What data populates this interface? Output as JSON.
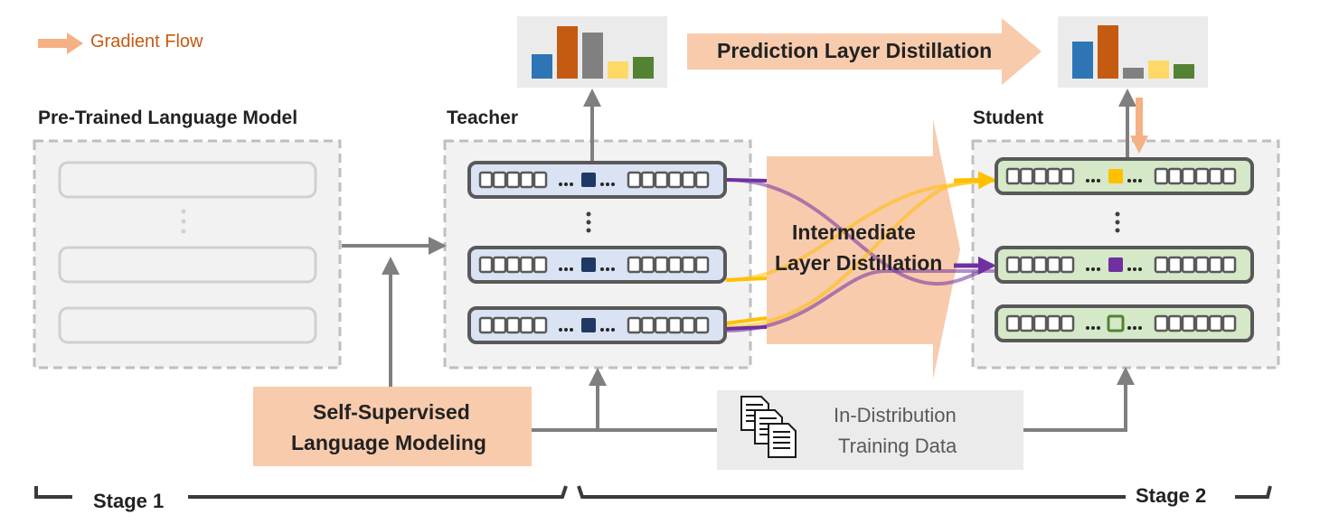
{
  "legend": {
    "gradient_flow": "Gradient Flow"
  },
  "labels": {
    "pretrained_model": "Pre-Trained Language Model",
    "teacher": "Teacher",
    "student": "Student",
    "prediction_layer_distillation": "Prediction Layer Distillation",
    "intermediate_layer_distillation_line1": "Intermediate",
    "intermediate_layer_distillation_line2": "Layer Distillation",
    "self_supervised_line1": "Self-Supervised",
    "self_supervised_line2": "Language Modeling",
    "in_distribution_line1": "In-Distribution",
    "in_distribution_line2": "Training Data",
    "stage1": "Stage 1",
    "stage2": "Stage 2"
  },
  "colors": {
    "blue": "#2e75b6",
    "orange": "#c55a11",
    "gray": "#808080",
    "yellow": "#ffd966",
    "green": "#548235",
    "teacher_fill": "#dae3f3",
    "student_fill": "#d5e8c8",
    "peach": "#f8cbad",
    "purple": "#7030a0",
    "gold": "#ffc000",
    "navy": "#203864"
  }
}
